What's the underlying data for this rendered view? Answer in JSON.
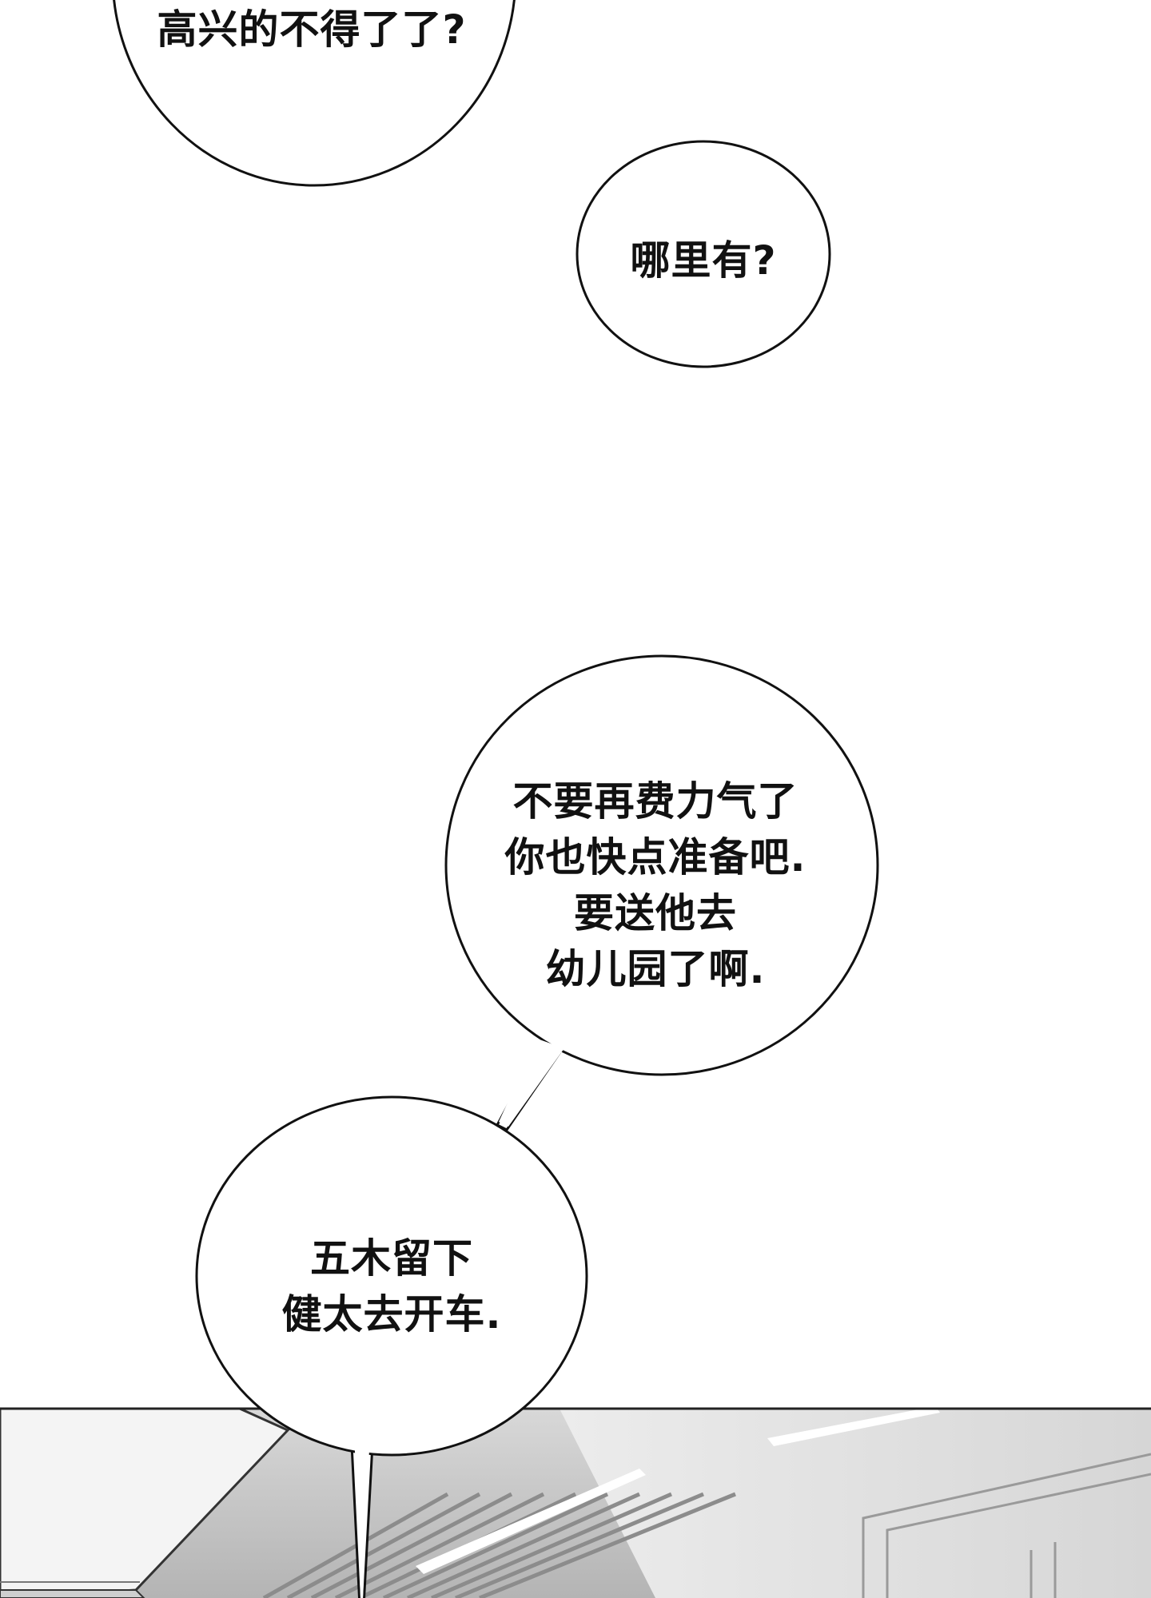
{
  "bubbles": {
    "bubble_1": {
      "lines": [
        "高兴的不得了了?"
      ]
    },
    "bubble_2": {
      "lines": [
        "哪里有?"
      ]
    },
    "bubble_3": {
      "lines": [
        "不要再费力气了",
        "你也快点准备吧.",
        "要送他去",
        "幼儿园了啊."
      ]
    },
    "bubble_4": {
      "lines": [
        "五木留下",
        "健太去开车."
      ]
    }
  },
  "colors": {
    "background": "#ffffff",
    "ink": "#111111",
    "floor_light": "#e9e9e9",
    "floor_dark": "#9c9c9c"
  }
}
